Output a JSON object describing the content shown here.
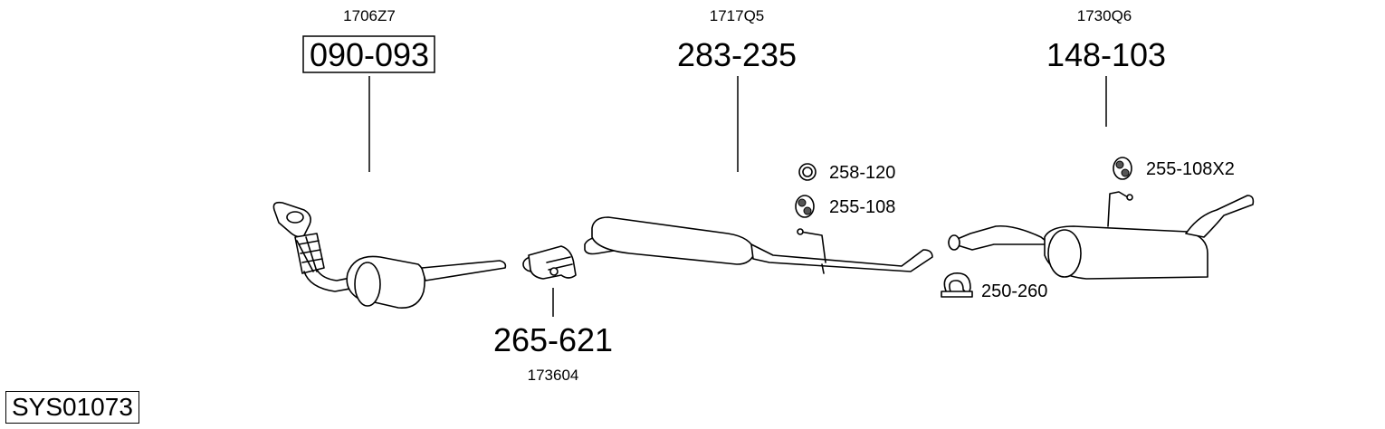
{
  "system_code": "SYS01073",
  "parts": {
    "front": {
      "ref": "1706Z7",
      "number": "090-093"
    },
    "clamp": {
      "ref": "173604",
      "number": "265-621"
    },
    "middle": {
      "ref": "1717Q5",
      "number": "283-235"
    },
    "rear": {
      "ref": "1730Q6",
      "number": "148-103"
    }
  },
  "accessories": {
    "ring": "258-120",
    "rubber_hanger_mid": "255-108",
    "rubber_hanger_rear": "255-108X2",
    "clamp_ring": "250-260"
  }
}
